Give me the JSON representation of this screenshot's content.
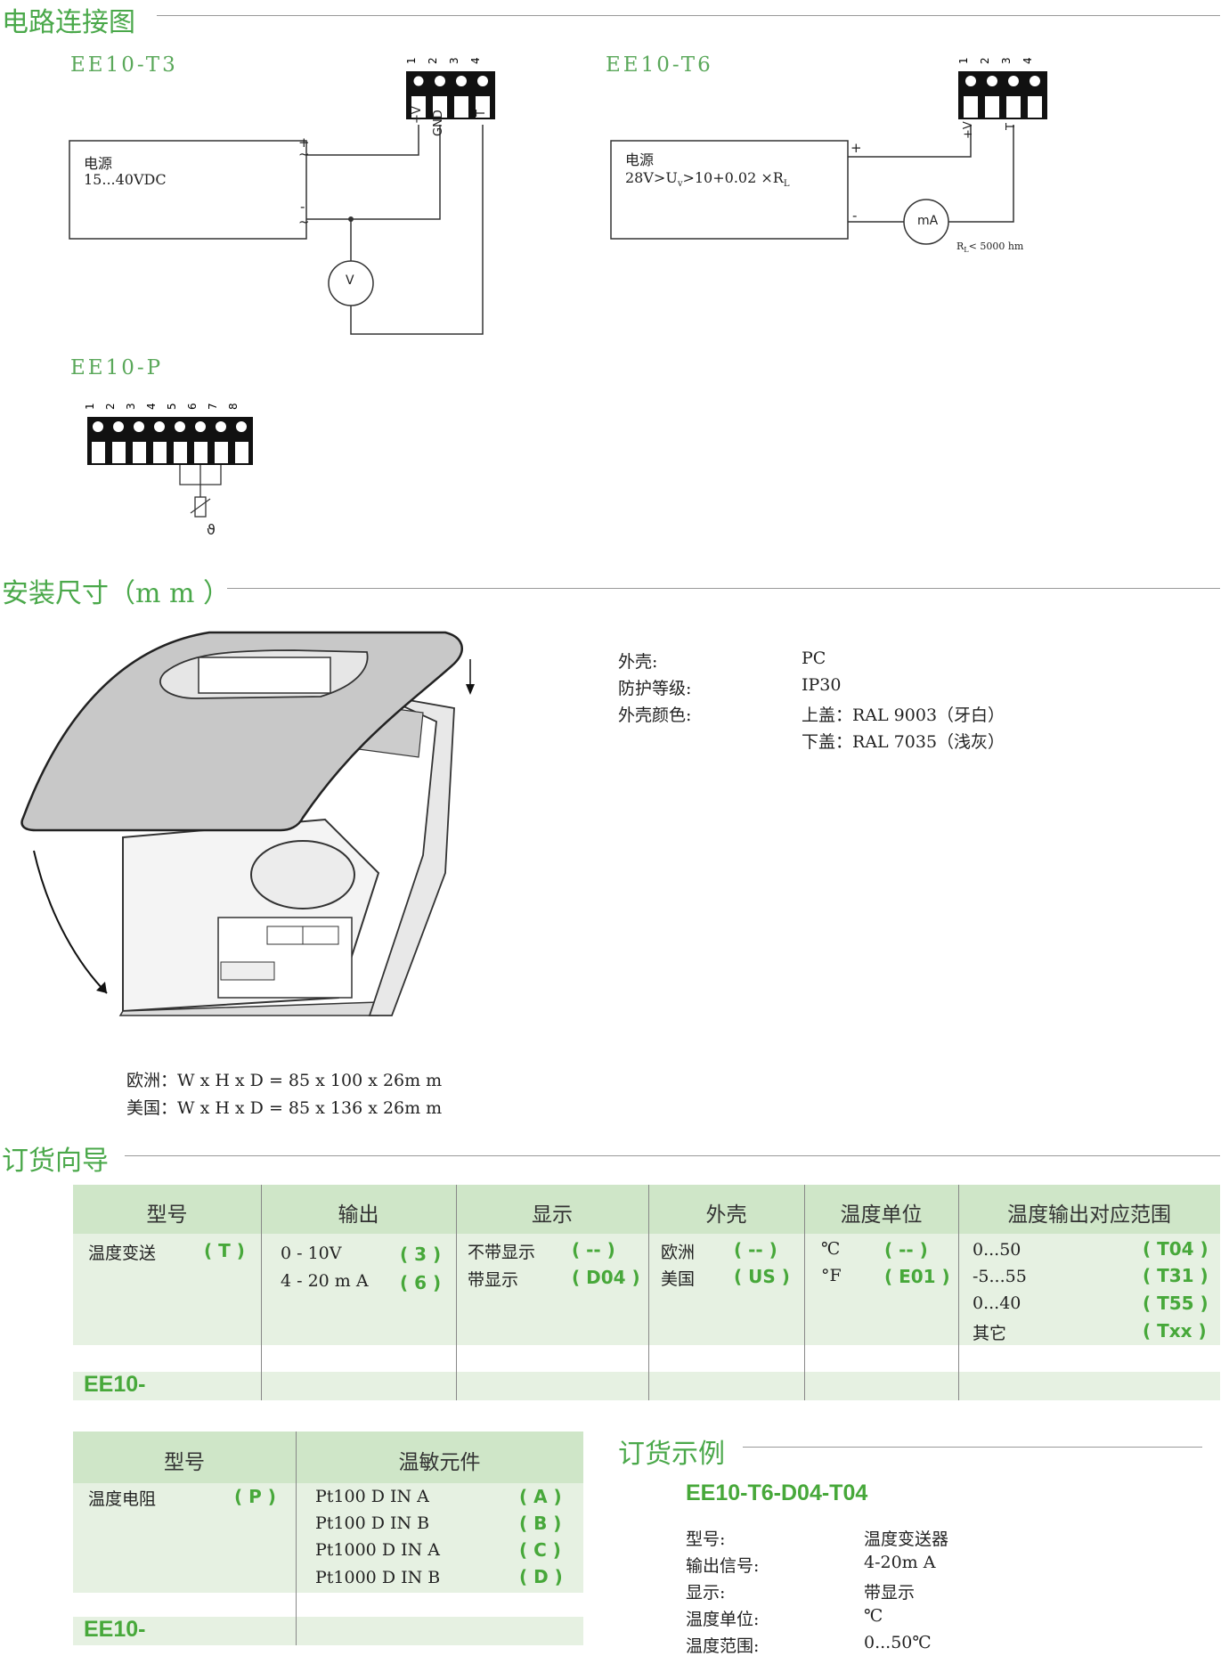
{
  "sections": {
    "wiring": "电路连接图",
    "dimensions": "安装尺寸（m m ）",
    "ordering": "订货向导",
    "example": "订货示例"
  },
  "wiring": {
    "t3": {
      "model": "EE10-T3",
      "pins": [
        "1",
        "2",
        "3",
        "4"
      ],
      "power_label": "电源",
      "power_value": "15...40VDC",
      "plus": "+",
      "minus": "-",
      "tilde": "~",
      "pin_labels": [
        "+V",
        "GND",
        "T"
      ],
      "meter": "V"
    },
    "t6": {
      "model": "EE10-T6",
      "pins": [
        "1",
        "2",
        "3",
        "4"
      ],
      "power_label": "电源",
      "power_value": "28V>U",
      "power_sub": "v",
      "power_value2": ">10+0.02 ×R",
      "power_sub2": "L",
      "plus": "+",
      "minus": "-",
      "pin_labels": [
        "+V",
        "T"
      ],
      "meter": "mA",
      "rl_note": "R",
      "rl_sub": "L",
      "rl_value": "< 5000 hm"
    },
    "p": {
      "model": "EE10-P",
      "pins": [
        "1",
        "2",
        "3",
        "4",
        "5",
        "6",
        "7",
        "8"
      ],
      "sensor_symbol": "ϑ"
    }
  },
  "housing": {
    "specs": [
      {
        "label": "外壳:",
        "value": "PC"
      },
      {
        "label": "防护等级:",
        "value": "IP30"
      },
      {
        "label": "外壳颜色:",
        "value": "上盖：RAL 9003（牙白）"
      },
      {
        "label": "",
        "value": "下盖：RAL 7035（浅灰）"
      }
    ],
    "dims": [
      "欧洲：W  x H  x D  =  85 x 100 x 26m m",
      "美国：W  x H  x D  =  85 x 136 x 26m m"
    ]
  },
  "order_table1": {
    "headers": [
      "型号",
      "输出",
      "显示",
      "外壳",
      "温度单位",
      "温度输出对应范围"
    ],
    "model": {
      "text": "温度变送",
      "code": "( T )"
    },
    "output": [
      {
        "text": "0 - 10V",
        "code": "( 3 )"
      },
      {
        "text": "4 - 20 m A",
        "code": "( 6 )"
      }
    ],
    "display": [
      {
        "text": "不带显示",
        "code": "( -- )"
      },
      {
        "text": "带显示",
        "code": "( D04 )"
      }
    ],
    "housing": [
      {
        "text": "欧洲",
        "code": "( -- )"
      },
      {
        "text": "美国",
        "code": "( US )"
      }
    ],
    "unit": [
      {
        "text": "℃",
        "code": "( -- )"
      },
      {
        "text": "°F",
        "code": "( E01 )"
      }
    ],
    "range": [
      {
        "text": "0...50",
        "code": "( T04 )"
      },
      {
        "text": "-5...55",
        "code": "( T31 )"
      },
      {
        "text": "0...40",
        "code": "( T55 )"
      },
      {
        "text": "其它",
        "code": "( Txx )"
      }
    ],
    "prefix": "EE10-"
  },
  "order_table2": {
    "headers": [
      "型号",
      "温敏元件"
    ],
    "model": {
      "text": "温度电阻",
      "code": "( P )"
    },
    "elements": [
      {
        "text": "Pt100 D IN A",
        "code": "( A )"
      },
      {
        "text": "Pt100 D IN B",
        "code": "( B )"
      },
      {
        "text": "Pt1000 D IN A",
        "code": "( C )"
      },
      {
        "text": "Pt1000 D IN B",
        "code": "( D )"
      }
    ],
    "prefix": "EE10-"
  },
  "example": {
    "code": "EE10-T6-D04-T04",
    "rows": [
      {
        "label": "型号:",
        "value": "温度变送器"
      },
      {
        "label": "输出信号:",
        "value": "4-20m A"
      },
      {
        "label": "显示:",
        "value": "带显示"
      },
      {
        "label": "温度单位:",
        "value": "℃"
      },
      {
        "label": "温度范围:",
        "value": "0...50℃"
      }
    ]
  },
  "colors": {
    "accent": "#4aa84a",
    "table_bg": "#e6f1e2",
    "table_header": "#cfe6c8"
  }
}
